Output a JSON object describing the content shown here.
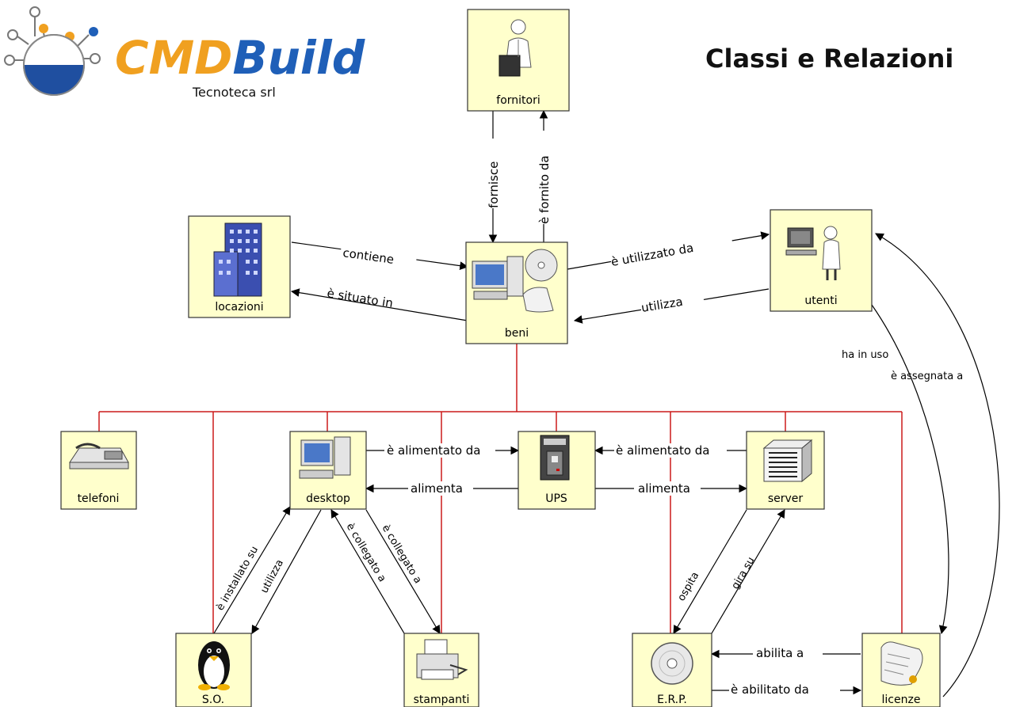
{
  "header": {
    "brand_cmd": "CMD",
    "brand_build": "Build",
    "company": "Tecnoteca srl",
    "title": "Classi e Relazioni"
  },
  "colors": {
    "node_fill": "#ffffcc",
    "brand_orange": "#f0a020",
    "brand_blue": "#1f5fb8",
    "hierarchy_line": "#cc1a1a"
  },
  "nodes": {
    "fornitori": "fornitori",
    "locazioni": "locazioni",
    "beni": "beni",
    "utenti": "utenti",
    "telefoni": "telefoni",
    "desktop": "desktop",
    "ups": "UPS",
    "server": "server",
    "so": "S.O.",
    "stampanti": "stampanti",
    "erp": "E.R.P.",
    "licenze": "licenze"
  },
  "relations": {
    "fornisce": "fornisce",
    "fornito_da": "è fornito da",
    "contiene": "contiene",
    "situato_in": "è situato in",
    "utilizzato_da": "è utilizzato da",
    "utilizza": "utilizza",
    "ha_in_uso": "ha in uso",
    "assegnata_a": "è assegnata a",
    "alimentato_da_desktop": "è alimentato da",
    "alimenta_desktop": "alimenta",
    "alimentato_da_server": "è alimentato da",
    "alimenta_server": "alimenta",
    "installato_su": "è installato su",
    "so_utilizza": "utilizza",
    "collegato_a_1": "è collegato a",
    "collegato_a_2": "è collegato a",
    "ospita": "ospita",
    "gira_su": "gira su",
    "abilita_a": "abilita a",
    "abilitato_da": "è abilitato da"
  },
  "icons": {
    "logo": "cmdbuild-logo-icon",
    "fornitori": "businessman-icon",
    "locazioni": "building-icon",
    "beni": "computer-cd-icon",
    "utenti": "user-at-computer-icon",
    "telefoni": "telephone-icon",
    "desktop": "desktop-computer-icon",
    "ups": "ups-icon",
    "server": "server-rack-icon",
    "so": "penguin-icon",
    "stampanti": "printer-icon",
    "erp": "cd-disc-icon",
    "licenze": "license-scroll-icon"
  }
}
